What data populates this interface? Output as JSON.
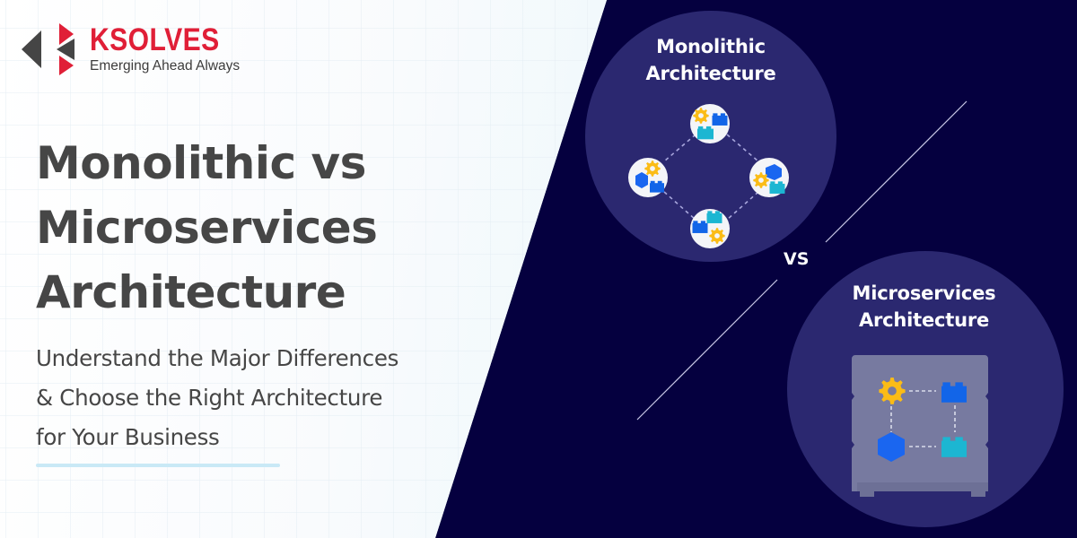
{
  "brand": {
    "name": "KSOLVES",
    "tagline": "Emerging Ahead Always",
    "primary_color": "#e01f37",
    "mark_dark_color": "#454545"
  },
  "hero": {
    "title_lines": [
      "Monolithic vs",
      "Microservices",
      "Architecture"
    ],
    "subtitle_lines": [
      "Understand the Major Differences",
      "& Choose the Right Architecture",
      "for Your Business"
    ],
    "text_color": "#464646",
    "underline_color": "#c9e9f6"
  },
  "comparison": {
    "background_color": "#05003f",
    "circle_color": "#2b2870",
    "vs_label": "VS",
    "monolithic": {
      "title_lines": [
        "Monolithic",
        "Architecture"
      ],
      "icon": "connected-modules-diamond-icon",
      "nodes": [
        "gear-blocks-node-top",
        "gear-hexagon-block-node-left",
        "hexagon-gear-block-node-right",
        "blocks-gear-node-bottom"
      ]
    },
    "microservices": {
      "title_lines": [
        "Microservices",
        "Architecture"
      ],
      "icon": "server-rack-services-icon",
      "services": [
        "gear-icon",
        "blue-block-icon",
        "hexagon-icon",
        "teal-block-icon"
      ]
    }
  },
  "icon_colors": {
    "gear": "#fbbc16",
    "blue_block": "#1265e8",
    "teal_block": "#1cb6d2",
    "hexagon": "#1a66f0",
    "rack": "#777aa0"
  }
}
